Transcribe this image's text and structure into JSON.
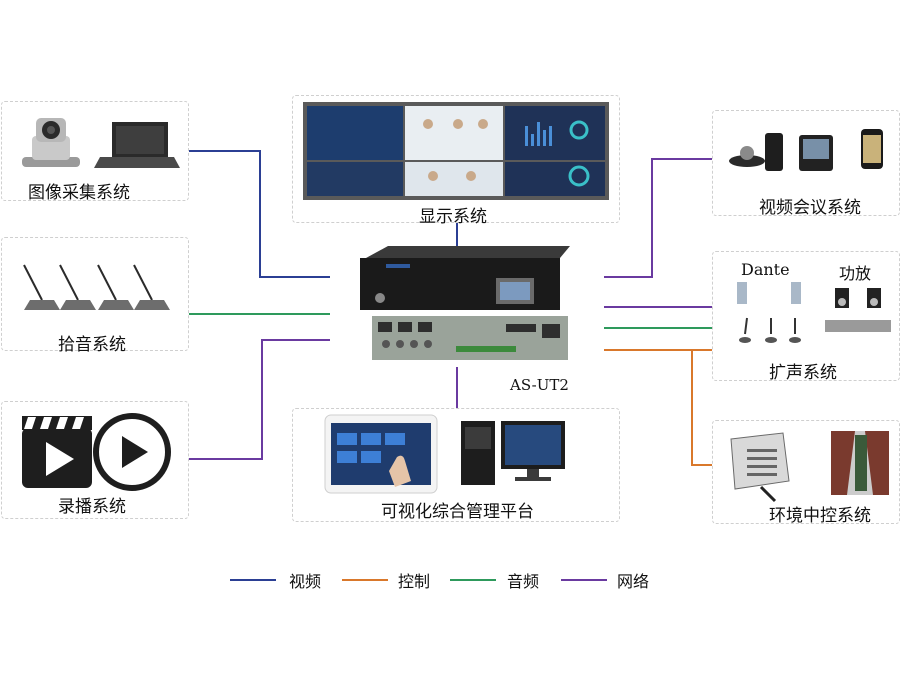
{
  "center": {
    "model": "AS-UT2"
  },
  "systems": {
    "image_capture": "图像采集系统",
    "pickup": "拾音系统",
    "recording": "录播系统",
    "display": "显示系统",
    "platform": "可视化综合管理平台",
    "video_conf": "视频会议系统",
    "pa": "扩声系统",
    "pa_dante": "Dante",
    "pa_amp": "功放",
    "env": "环境中控系统"
  },
  "legend": {
    "items": [
      {
        "label": "视频",
        "color": "#2b3f94"
      },
      {
        "label": "控制",
        "color": "#d9782b"
      },
      {
        "label": "音频",
        "color": "#2e9a5c"
      },
      {
        "label": "网络",
        "color": "#6a3aa0"
      }
    ]
  },
  "colors": {
    "video": "#2b3f94",
    "control": "#d9782b",
    "audio": "#2e9a5c",
    "network": "#6a3aa0"
  }
}
